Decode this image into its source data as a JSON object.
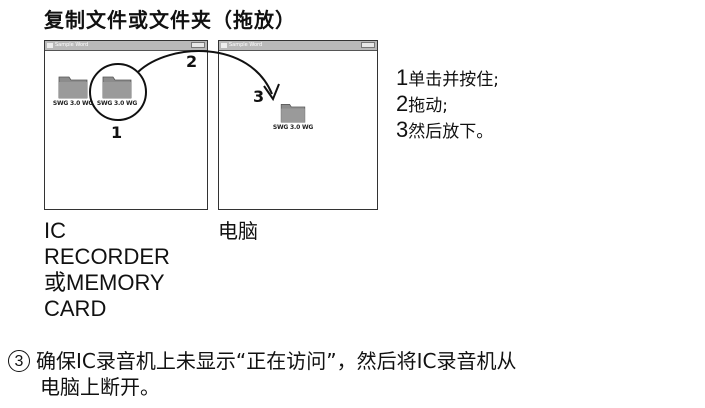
{
  "title": "复制文件或文件夹（拖放）",
  "window_left": {
    "titlebar": "Sample Word",
    "folders": [
      {
        "name": "SWG 3.0 WG"
      },
      {
        "name": "SWG 3.0 WG"
      }
    ]
  },
  "window_right": {
    "titlebar": "Sample Word",
    "folder": {
      "name": "SWG 3.0 WG"
    }
  },
  "markers": {
    "one": "1",
    "two": "2",
    "three": "3"
  },
  "instructions": [
    {
      "num": "1",
      "text": "单击并按住;"
    },
    {
      "num": "2",
      "text": "拖动;"
    },
    {
      "num": "3",
      "text": "然后放下。"
    }
  ],
  "labels": {
    "left": [
      "IC",
      "RECORDER",
      "或MEMORY",
      "CARD"
    ],
    "right": "电脑"
  },
  "step3": {
    "marker": "3",
    "line1": "确保IC录音机上未显示“正在访问”，然后将IC录音机从",
    "line2": "电脑上断开。"
  },
  "colors": {
    "folder": "#8c8c8c",
    "titlebar": "#b9b9b9"
  }
}
